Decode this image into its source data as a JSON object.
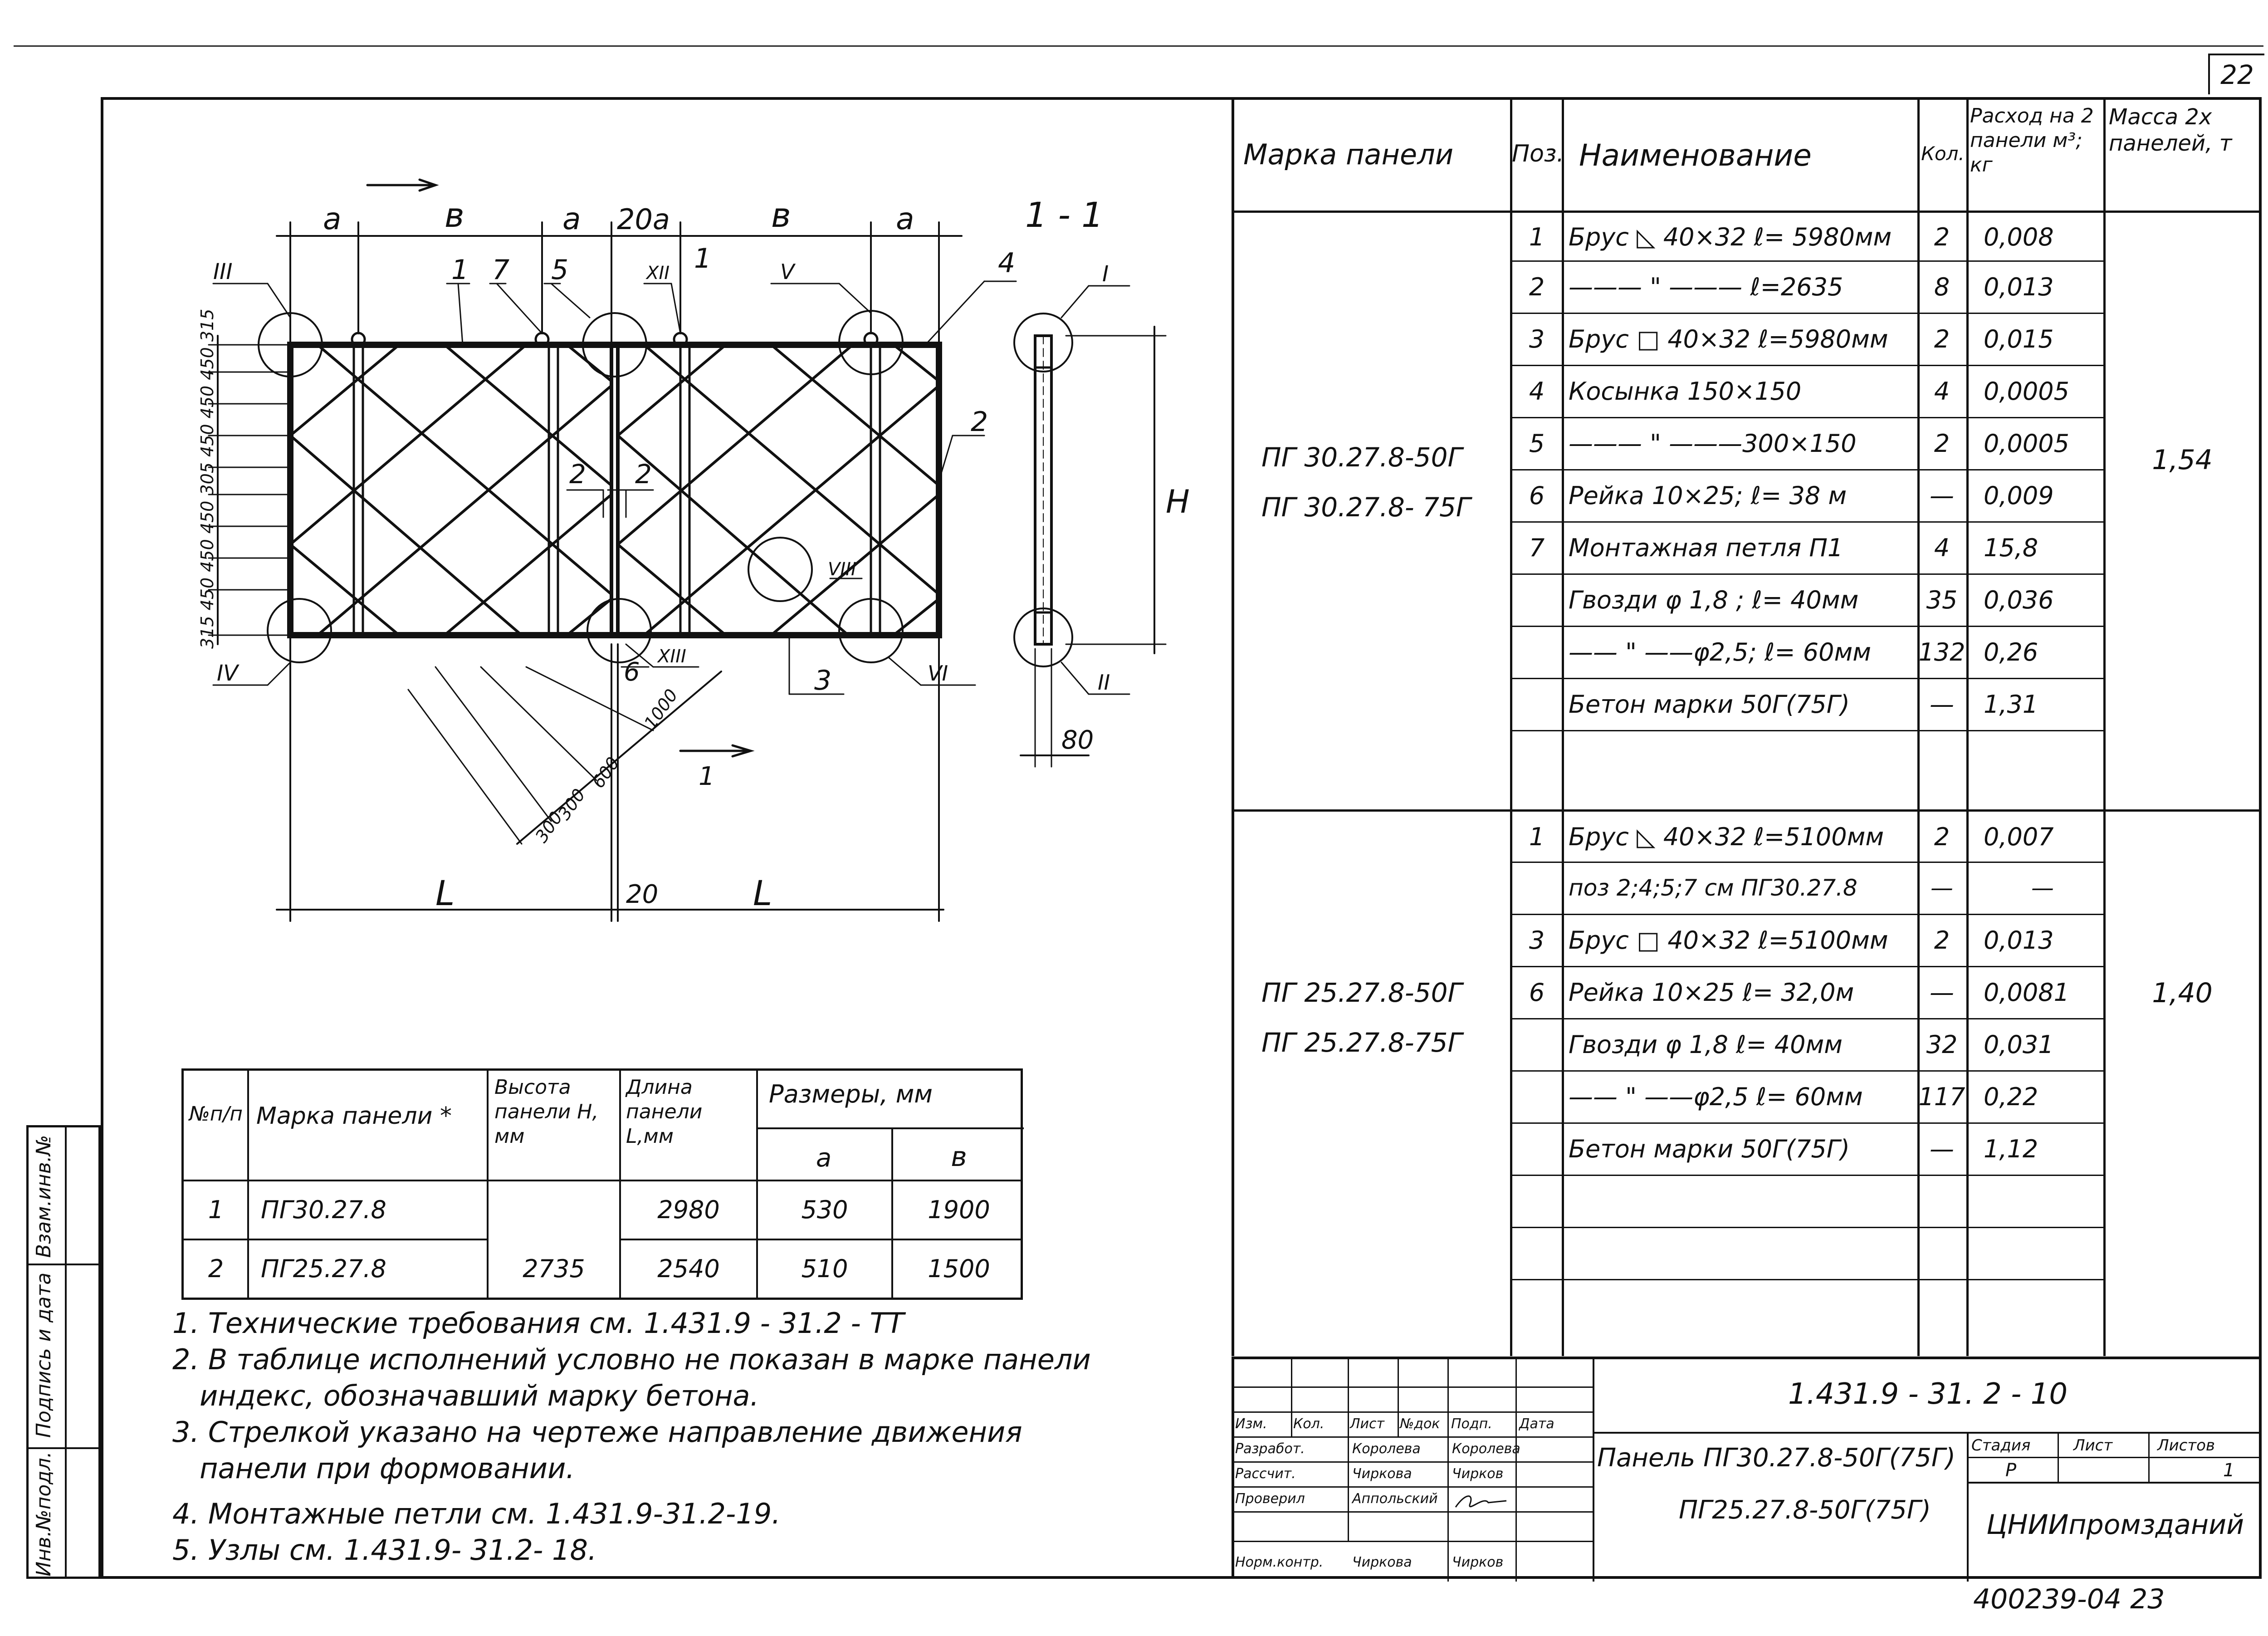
{
  "sheet_number": "22",
  "bottom_code": "400239-04  23",
  "drawing": {
    "section_label": "1 - 1",
    "dim_top": [
      "a",
      "в",
      "a",
      "20a",
      "в",
      "a"
    ],
    "dim_bottom": [
      "L",
      "20",
      "L"
    ],
    "dim_height": "H",
    "dim_side_bottom": "80",
    "dim_left_vertical": "315 450 450 450 305 450 450 450 315",
    "diag_dims": [
      "300",
      "300",
      "600",
      "1000"
    ],
    "callouts": [
      "1",
      "7",
      "5",
      "1",
      "4",
      "2",
      "2",
      "2",
      "3",
      "6"
    ],
    "nodes": [
      "III",
      "XII",
      "V",
      "I",
      "IV",
      "XIII",
      "VI",
      "II",
      "VIII"
    ],
    "section_marks": [
      "1",
      "1"
    ]
  },
  "exec_table": {
    "headers": [
      "№п/п",
      "Марка панели *",
      "Высота панели H, мм",
      "Длина панели L,мм",
      "Размеры, мм"
    ],
    "sub_headers": [
      "a",
      "в"
    ],
    "rows": [
      [
        "1",
        "ПГ30.27.8",
        "",
        "2980",
        "530",
        "1900"
      ],
      [
        "2",
        "ПГ25.27.8",
        "2735",
        "2540",
        "510",
        "1500"
      ]
    ]
  },
  "notes": [
    "1. Технические требования см. 1.431.9 - 31.2 - ТТ",
    "2. В таблице исполнений условно не показан в марке панели",
    "индекс, обозначавший марку бетона.",
    "3. Стрелкой указано на чертеже направление движения",
    "панели при формовании.",
    "4. Монтажные петли см. 1.431.9-31.2-19.",
    "5. Узлы см. 1.431.9- 31.2- 18."
  ],
  "side_stamp": [
    "Инв.№подл.",
    "Подпись и дата",
    "Взам.инв.№"
  ],
  "spec_table": {
    "headers": [
      "Марка панели",
      "Поз.",
      "Наименование",
      "Кол.",
      "Расход на 2 панели м³; кг",
      "Масса 2х панелей, т"
    ],
    "groups": [
      {
        "marks": [
          "ПГ 30.27.8-50Г",
          "ПГ 30.27.8- 75Г"
        ],
        "mass": "1,54",
        "rows": [
          [
            "1",
            "Брус ◺ 40×32 ℓ= 5980мм",
            "2",
            "0,008"
          ],
          [
            "2",
            "——— \" ——— ℓ=2635",
            "8",
            "0,013"
          ],
          [
            "3",
            "Брус □ 40×32 ℓ=5980мм",
            "2",
            "0,015"
          ],
          [
            "4",
            "Косынка 150×150",
            "4",
            "0,0005"
          ],
          [
            "5",
            "——— \" ———300×150",
            "2",
            "0,0005"
          ],
          [
            "6",
            "Рейка 10×25; ℓ= 38 м",
            "—",
            "0,009"
          ],
          [
            "7",
            "Монтажная петля П1",
            "4",
            "15,8"
          ],
          [
            "",
            "Гвозди φ 1,8 ; ℓ= 40мм",
            "35",
            "0,036"
          ],
          [
            "",
            "—— \" ——φ2,5; ℓ= 60мм",
            "132",
            "0,26"
          ],
          [
            "",
            "Бетон марки 50Г(75Г)",
            "—",
            "1,31"
          ],
          [
            "",
            "",
            "",
            ""
          ]
        ]
      },
      {
        "marks": [
          "ПГ 25.27.8-50Г",
          "ПГ 25.27.8-75Г"
        ],
        "mass": "1,40",
        "rows": [
          [
            "1",
            "Брус ◺ 40×32 ℓ=5100мм",
            "2",
            "0,007"
          ],
          [
            "",
            "поз 2;4;5;7 см ПГ30.27.8",
            "—",
            "—"
          ],
          [
            "3",
            "Брус □ 40×32 ℓ=5100мм",
            "2",
            "0,013"
          ],
          [
            "6",
            "Рейка 10×25 ℓ= 32,0м",
            "—",
            "0,0081"
          ],
          [
            "",
            "Гвозди φ 1,8 ℓ= 40мм",
            "32",
            "0,031"
          ],
          [
            "",
            "—— \" ——φ2,5 ℓ= 60мм",
            "117",
            "0,22"
          ],
          [
            "",
            "Бетон марки 50Г(75Г)",
            "—",
            "1,12"
          ],
          [
            "",
            "",
            "",
            ""
          ],
          [
            "",
            "",
            "",
            ""
          ],
          [
            "",
            "",
            "",
            ""
          ]
        ]
      }
    ]
  },
  "title_block": {
    "doc_code": "1.431.9 - 31. 2 - 10",
    "title_lines": [
      "Панель ПГ30.27.8-50Г(75Г)",
      "ПГ25.27.8-50Г(75Г)"
    ],
    "rev_headers": [
      "Изм.",
      "Кол.",
      "Лист",
      "№док",
      "Подп.",
      "Дата"
    ],
    "people": [
      [
        "Разработ.",
        "Королева",
        "Королева"
      ],
      [
        "Рассчит.",
        "Чиркова",
        "Чирков"
      ],
      [
        "Проверил",
        "Аппольский",
        ""
      ],
      [
        "Норм.контр.",
        "Чиркова",
        "Чирков"
      ]
    ],
    "stage_headers": [
      "Стадия",
      "Лист",
      "Листов"
    ],
    "stage_values": [
      "Р",
      "",
      "1"
    ],
    "org": "ЦНИИпромзданий"
  }
}
